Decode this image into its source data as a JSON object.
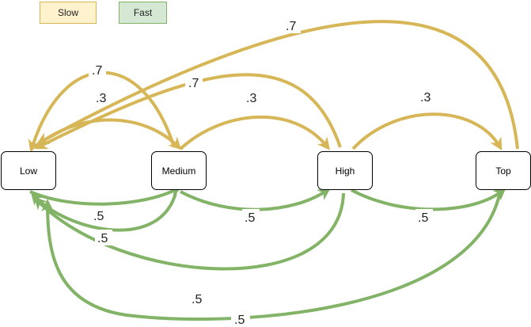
{
  "legend": {
    "slow": "Slow",
    "fast": "Fast"
  },
  "colors": {
    "slow": "#d6b656",
    "fast": "#82b366"
  },
  "nodes": {
    "low": "Low",
    "medium": "Medium",
    "high": "High",
    "top": "Top"
  },
  "edges": {
    "slow_medium_low": ".7",
    "slow_low_medium": ".3",
    "slow_high_low": ".7",
    "slow_medium_high": ".3",
    "slow_high_top": ".3",
    "slow_top_low": ".7",
    "fast_low_medium": ".5",
    "fast_medium_low": ".5",
    "fast_medium_high": ".5",
    "fast_high_low": ".5",
    "fast_high_top": ".5",
    "fast_top_low": ".5"
  }
}
